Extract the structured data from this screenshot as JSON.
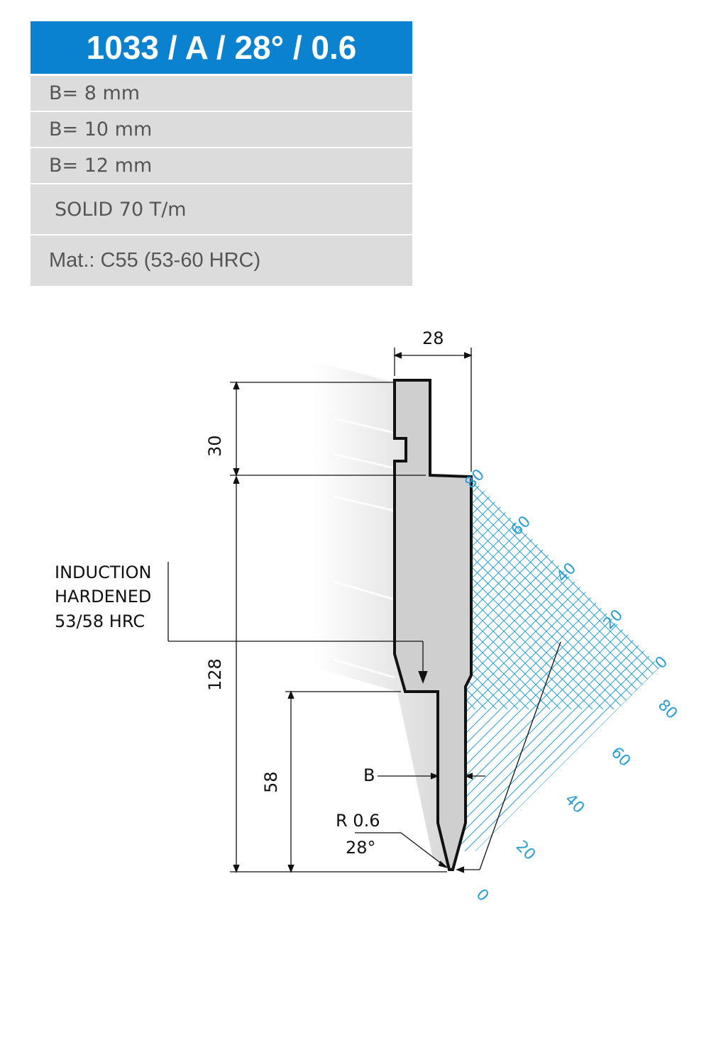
{
  "spec": {
    "title": "1033 / A / 28° / 0.6",
    "rows": [
      "B= 8 mm",
      "B= 10 mm",
      "B= 12 mm",
      "SOLID  70 T/m",
      "Mat.: C55 (53-60 HRC)"
    ]
  },
  "drawing": {
    "dim_top_width": "28",
    "dim_top_height": "30",
    "dim_total_height": "128",
    "dim_tip_height": "58",
    "dim_b": "B",
    "radius": "R 0.6",
    "angle": "28°",
    "note_line1": "INDUCTION",
    "note_line2": "HARDENED",
    "note_line3": "53/58 HRC"
  },
  "scale": {
    "upper": [
      "80",
      "60",
      "40",
      "20",
      "0"
    ],
    "lower": [
      "80",
      "60",
      "40",
      "20",
      "0"
    ]
  },
  "colors": {
    "header_bg": "#0a82cf",
    "row_bg": "#dcdcdc",
    "grid": "#2a9fd6",
    "tool_fill": "#cfcfcf"
  }
}
